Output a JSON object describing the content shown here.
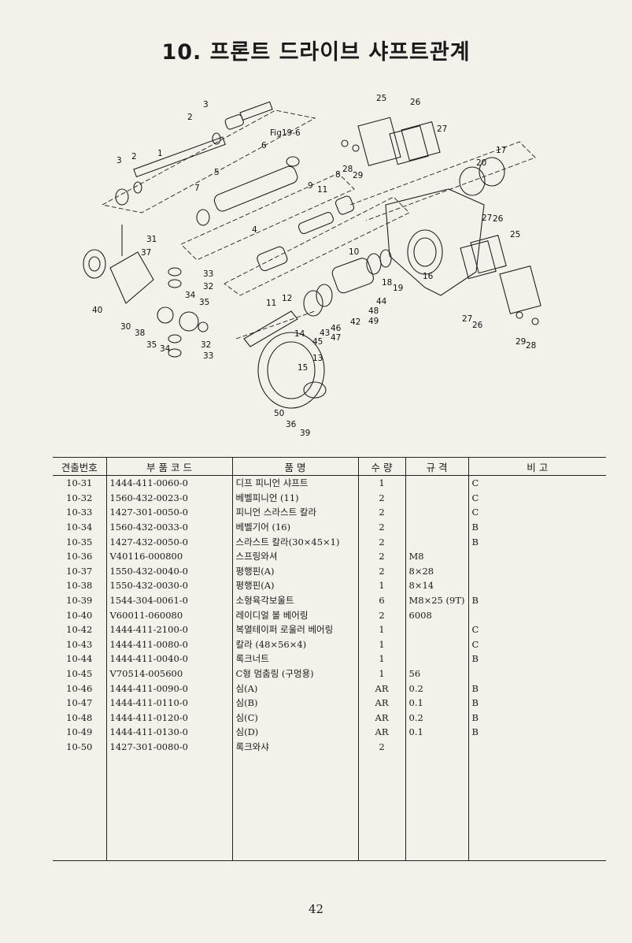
{
  "title": "10. 프론트 드라이브 샤프트관계",
  "diagram": {
    "ref_label": "Fig19-6",
    "callouts": [
      "1",
      "2",
      "3",
      "2",
      "3",
      "4",
      "5",
      "6",
      "7",
      "8",
      "9",
      "10",
      "11",
      "11",
      "12",
      "13",
      "14",
      "15",
      "16",
      "17",
      "18",
      "19",
      "20",
      "25",
      "26",
      "27",
      "28",
      "29",
      "30",
      "31",
      "32",
      "32",
      "33",
      "33",
      "34",
      "34",
      "35",
      "35",
      "36",
      "37",
      "38",
      "39",
      "40",
      "42",
      "43",
      "44",
      "45",
      "46",
      "47",
      "48",
      "49",
      "50",
      "25",
      "26",
      "26",
      "27",
      "27",
      "28",
      "29"
    ]
  },
  "table": {
    "headers": [
      "견출번호",
      "부 품 코 드",
      "품 명",
      "수 량",
      "규 격",
      "비 고"
    ],
    "rows": [
      [
        "10-31",
        "1444-411-0060-0",
        "디프 피니언 샤프트",
        "1",
        "",
        "C"
      ],
      [
        "10-32",
        "1560-432-0023-0",
        "베벨피니언 (11)",
        "2",
        "",
        "C"
      ],
      [
        "10-33",
        "1427-301-0050-0",
        "피니언 스라스트 칼라",
        "2",
        "",
        "C"
      ],
      [
        "10-34",
        "1560-432-0033-0",
        "베벨기어 (16)",
        "2",
        "",
        "B"
      ],
      [
        "10-35",
        "1427-432-0050-0",
        "스라스트 칼라(30×45×1)",
        "2",
        "",
        "B"
      ],
      [
        "10-36",
        "V40116-000800",
        "스프링와셔",
        "2",
        "M8",
        ""
      ],
      [
        "10-37",
        "1550-432-0040-0",
        "평행핀(A)",
        "2",
        "8×28",
        ""
      ],
      [
        "10-38",
        "1550-432-0030-0",
        "평행핀(A)",
        "1",
        "8×14",
        ""
      ],
      [
        "10-39",
        "1544-304-0061-0",
        "소형육각보울트",
        "6",
        "M8×25 (9T)",
        "B"
      ],
      [
        "10-40",
        "V60011-060080",
        "레이디얼 볼 베어링",
        "2",
        "6008",
        ""
      ],
      [
        "10-42",
        "1444-411-2100-0",
        "복열테이퍼 로울러 베어링",
        "1",
        "",
        "C"
      ],
      [
        "10-43",
        "1444-411-0080-0",
        "칼라 (48×56×4)",
        "1",
        "",
        "C"
      ],
      [
        "10-44",
        "1444-411-0040-0",
        "록크너트",
        "1",
        "",
        "B"
      ],
      [
        "10-45",
        "V70514-005600",
        "C형 멈춤링 (구멍용)",
        "1",
        "56",
        ""
      ],
      [
        "10-46",
        "1444-411-0090-0",
        "심(A)",
        "AR",
        "0.2",
        "B"
      ],
      [
        "10-47",
        "1444-411-0110-0",
        "심(B)",
        "AR",
        "0.1",
        "B"
      ],
      [
        "10-48",
        "1444-411-0120-0",
        "심(C)",
        "AR",
        "0.2",
        "B"
      ],
      [
        "10-49",
        "1444-411-0130-0",
        "심(D)",
        "AR",
        "0.1",
        "B"
      ],
      [
        "10-50",
        "1427-301-0080-0",
        "록크와샤",
        "2",
        "",
        ""
      ]
    ]
  },
  "page_number": "42"
}
